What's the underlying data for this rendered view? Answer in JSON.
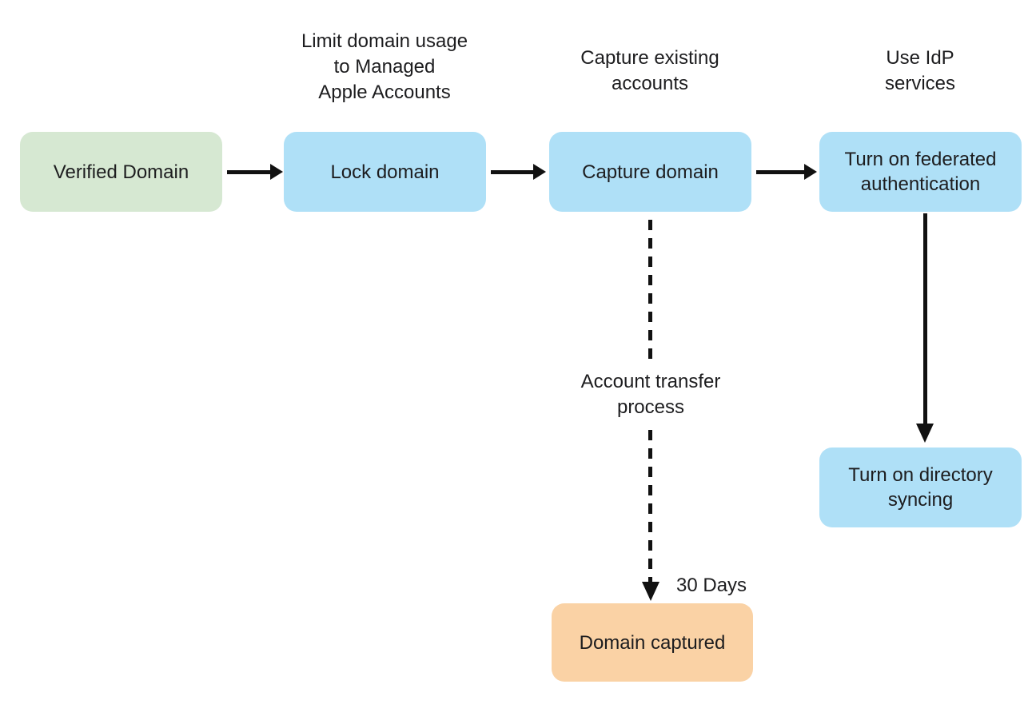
{
  "diagram": {
    "type": "flowchart",
    "background": "#ffffff",
    "nodes": {
      "verified_domain": {
        "label": "Verified Domain",
        "fill": "#d6e8d2",
        "shape": "rounded-rect"
      },
      "lock_domain": {
        "label": "Lock domain",
        "fill": "#afe0f7",
        "shape": "rounded-rect"
      },
      "capture_domain": {
        "label": "Capture domain",
        "fill": "#afe0f7",
        "shape": "rounded-rect"
      },
      "federated_auth": {
        "label": "Turn on federated authentication",
        "fill": "#afe0f7",
        "shape": "rounded-rect"
      },
      "directory_syncing": {
        "label": "Turn on directory syncing",
        "fill": "#afe0f7",
        "shape": "rounded-rect"
      },
      "domain_captured": {
        "label": "Domain captured",
        "fill": "#fad2a5",
        "shape": "rounded-rect"
      }
    },
    "annotations": {
      "limit_domain_usage": "Limit domain usage\nto Managed\nApple Accounts",
      "capture_existing": "Capture existing\naccounts",
      "use_idp": "Use IdP\nservices",
      "account_transfer": "Account transfer\nprocess",
      "thirty_days": "30 Days"
    },
    "edges": [
      {
        "from": "verified_domain",
        "to": "lock_domain",
        "style": "solid",
        "direction": "right"
      },
      {
        "from": "lock_domain",
        "to": "capture_domain",
        "style": "solid",
        "direction": "right"
      },
      {
        "from": "capture_domain",
        "to": "federated_auth",
        "style": "solid",
        "direction": "right"
      },
      {
        "from": "federated_auth",
        "to": "directory_syncing",
        "style": "solid",
        "direction": "down"
      },
      {
        "from": "capture_domain",
        "to": "domain_captured",
        "style": "dashed",
        "direction": "down",
        "mid_label": "Account transfer\nprocess",
        "head_label": "30 Days"
      }
    ],
    "colors": {
      "start_node_fill": "#d6e8d2",
      "process_node_fill": "#afe0f7",
      "terminal_node_fill": "#fad2a5",
      "arrow": "#111111",
      "text": "#1d1d1f",
      "background": "#ffffff"
    }
  }
}
